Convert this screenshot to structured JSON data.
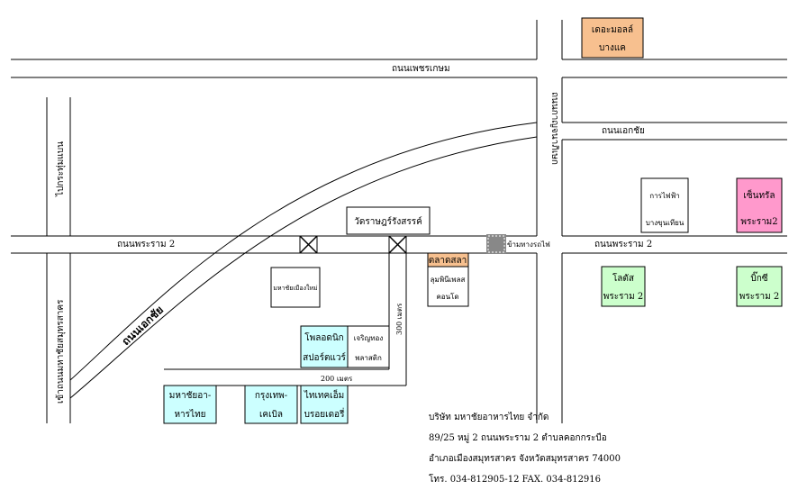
{
  "roads": {
    "phetkasem": "ถนนเพชรเกษม",
    "ekkachai_top": "ถนนเอกชัย",
    "rama2_left": "ถนนพระราม 2",
    "rama2_right": "ถนนพระราม 2",
    "ekkachai_diag": "ถนนเอกชัย",
    "to_krathum_baen": "ไปกระทุ่มแบน",
    "to_samut_sakhon": "เข้าถนนมหาชัยสมุทรสาคร",
    "kanchanaphisek": "ถนนกาญจนาภิเษก",
    "rail_crossing": "ข้ามทางรถไฟ",
    "dist_300": "300 เมตร",
    "dist_200": "200 เมตร"
  },
  "places": {
    "the_mall_l1": "เดอะมอลล์",
    "the_mall_l2": "บางแค",
    "central_l1": "เซ็นทรัล",
    "central_l2": "พระราม2",
    "egat_l1": "การไฟฟ้า",
    "egat_l2": "บางขุนเทียน",
    "lotus_l1": "โลตัส",
    "lotus_l2": "พระราม 2",
    "bigc_l1": "บิ๊กซี",
    "bigc_l2": "พระราม 2",
    "temple": "วัดราษฎร์รังสรรค์",
    "talad_sala": "ตลาดสลา",
    "lumpini_l1": "ลุมพินีเพลส",
    "lumpini_l2": "คอนโด",
    "mahachai_muang_mai": "มหาชัยเมืองใหม่",
    "polodnix_l1": "โพลอดนิก",
    "polodnix_l2": "สปอร์ตแวร์",
    "charoen_l1": "เจริญทอง",
    "charoen_l2": "พลาสติก",
    "mahachai_food_l1": "มหาชัยอา-",
    "mahachai_food_l2": "หารไทย",
    "krungthep_l1": "กรุงเทพ-",
    "krungthep_l2": "เคเบิล",
    "thaitech_l1": "ไทเทคเอ็ม",
    "thaitech_l2": "บรอยเดอรี่"
  },
  "company": {
    "name": "บริษัท มหาชัยอาหารไทย จำกัด",
    "address1": "89/25 หมู่ 2 ถนนพระราม 2 ตำบลคอกกระบือ",
    "address2": "อำเภอเมืองสมุทรสาคร จังหวัดสมุทรสาคร 74000",
    "phone": "โทร. 034-812905-12 FAX. 034-812916"
  },
  "colors": {
    "orange": "#f7c08f",
    "cyan": "#ccffff",
    "green": "#ccffcc",
    "pink": "#ff99cc",
    "white": "#ffffff"
  }
}
